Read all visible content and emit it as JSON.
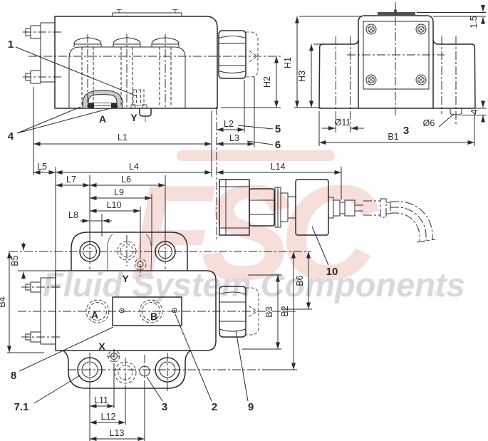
{
  "drawing": {
    "watermark": {
      "logo": "FSC",
      "name": "Fluid System Components",
      "tm": "TM"
    },
    "colors": {
      "line": "#2b2b2b",
      "logoPink": "#f6dedb",
      "wmGray": "#d9d9d9",
      "metalGray": "#c9c9c9",
      "plateDark": "#4f4f4f"
    },
    "front_view": {
      "dims": {
        "l1": "L1",
        "l2": "L2",
        "l3": "L3",
        "h2": "H2"
      },
      "callouts": {
        "c1": "1",
        "c4": "4",
        "c5": "5",
        "c6": "6"
      },
      "ports": {
        "a": "A",
        "y": "Y"
      }
    },
    "side_view": {
      "dims": {
        "h1": "H1",
        "h3": "H3",
        "b1": "B1",
        "d11": "Ø11",
        "d6": "Ø6",
        "t15": "1.5",
        "t4": "4"
      },
      "callouts": {
        "c3": "3"
      }
    },
    "bottom_view": {
      "dims": {
        "l4": "L4",
        "l5": "L5",
        "l6": "L6",
        "l7": "L7",
        "l8": "L8",
        "l9": "L9",
        "l10": "L10",
        "l11": "L11",
        "l12": "L12",
        "l13": "L13",
        "l14": "L14",
        "b2": "B2",
        "b3": "B3",
        "b4": "B4",
        "b5": "B5",
        "b6": "B6"
      },
      "callouts": {
        "c2": "2",
        "c3": "3",
        "c7_1": "7.1",
        "c8": "8",
        "c9": "9",
        "c10": "10"
      },
      "ports": {
        "a": "A",
        "b": "B",
        "x": "X",
        "y": "Y"
      }
    }
  }
}
